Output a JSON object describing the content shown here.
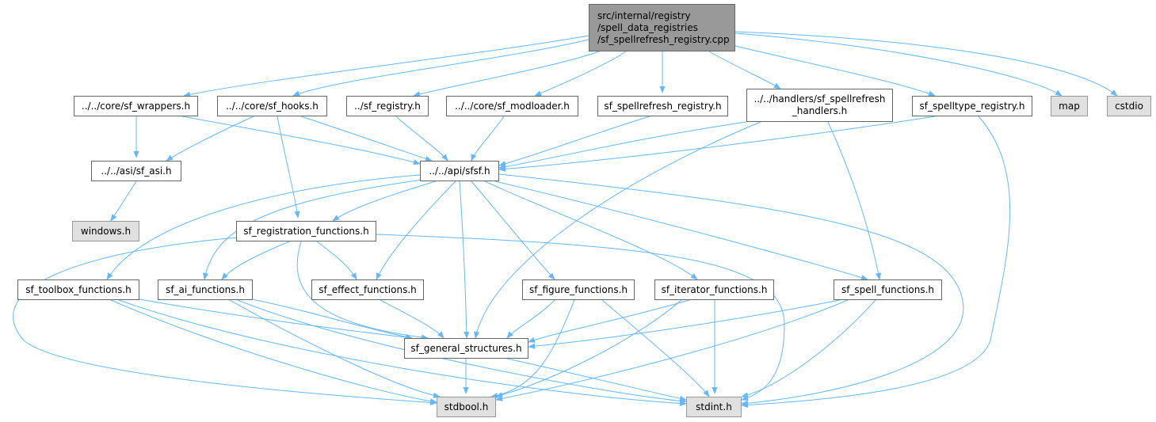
{
  "graph": {
    "edge_color": "#63b8ff",
    "node_border": "#666666",
    "external_fill": "#e0e0e0",
    "root_fill": "#999999",
    "nodes": {
      "root": "src/internal/registry\n/spell_data_registries\n/sf_spellrefresh_registry.cpp",
      "wrappers": "../../core/sf_wrappers.h",
      "hooks": "../../core/sf_hooks.h",
      "registry": "../sf_registry.h",
      "modloader": "../../core/sf_modloader.h",
      "spellrefresh": "sf_spellrefresh_registry.h",
      "handlers": "../../handlers/sf_spellrefresh\n_handlers.h",
      "spelltype": "sf_spelltype_registry.h",
      "map": "map",
      "cstdio": "cstdio",
      "asi": "../../asi/sf_asi.h",
      "sfsf": "../../api/sfsf.h",
      "windows": "windows.h",
      "regfuncs": "sf_registration_functions.h",
      "toolbox": "sf_toolbox_functions.h",
      "ai": "sf_ai_functions.h",
      "effect": "sf_effect_functions.h",
      "figure": "sf_figure_functions.h",
      "iterator": "sf_iterator_functions.h",
      "spellfuncs": "sf_spell_functions.h",
      "general": "sf_general_structures.h",
      "stdbool": "stdbool.h",
      "stdint": "stdint.h"
    }
  }
}
